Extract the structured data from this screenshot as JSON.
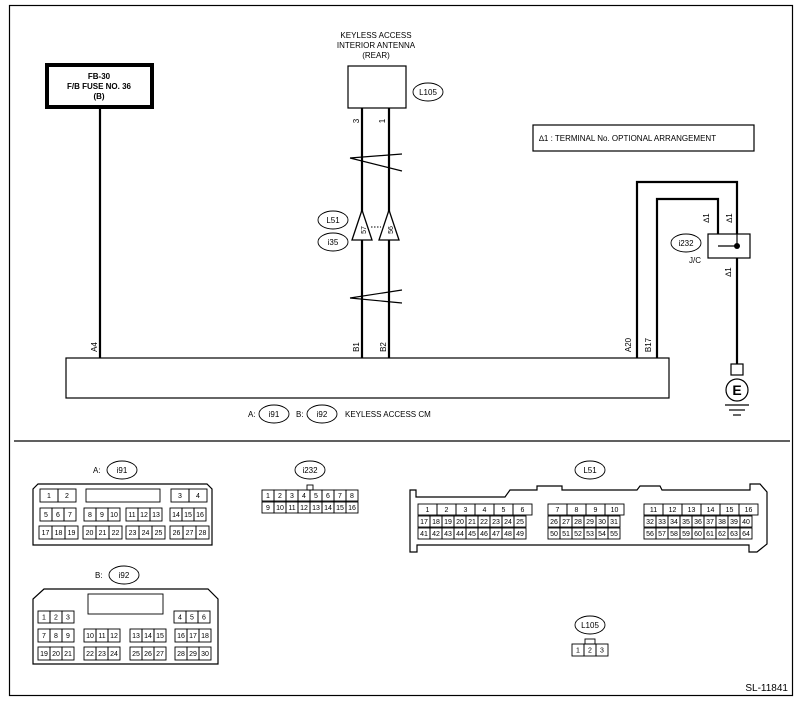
{
  "fuse": {
    "line1": "FB-30",
    "line2": "F/B FUSE NO. 36",
    "line3": "(B)"
  },
  "antenna": {
    "line1": "KEYLESS ACCESS",
    "line2": "INTERIOR ANTENNA",
    "line3": "(REAR)",
    "connector": "L105",
    "pin_left": "3",
    "pin_right": "1"
  },
  "note": {
    "text": "∆1 : TERMINAL No. OPTIONAL ARRANGEMENT"
  },
  "joint_connectors": {
    "upper": "L51",
    "lower": "i35",
    "pin_left": "57",
    "pin_right": "56"
  },
  "jc": {
    "connector": "i232",
    "label": "J/C",
    "star_a": "∆1",
    "star_b": "∆1",
    "star_c": "∆1"
  },
  "ground": {
    "symbol": "E"
  },
  "module": {
    "caption_a": "A:",
    "conn_a": "i91",
    "caption_b": "B:",
    "conn_b": "i92",
    "name": "KEYLESS ACCESS CM",
    "pins": {
      "a4": "A4",
      "b1": "B1",
      "b2": "B2",
      "a20": "A20",
      "b17": "B17"
    }
  },
  "connectors": {
    "i91": {
      "prefix": "A:",
      "id": "i91",
      "row1": [
        "1",
        "2",
        "3",
        "4"
      ],
      "row2": [
        "5",
        "6",
        "7",
        "8",
        "9",
        "10",
        "11",
        "12",
        "13",
        "14",
        "15",
        "16"
      ],
      "row3": [
        "17",
        "18",
        "19",
        "20",
        "21",
        "22",
        "23",
        "24",
        "25",
        "26",
        "27",
        "28"
      ]
    },
    "i92": {
      "prefix": "B:",
      "id": "i92",
      "row1": [
        "1",
        "2",
        "3",
        "4",
        "5",
        "6"
      ],
      "row2": [
        "7",
        "8",
        "9",
        "10",
        "11",
        "12",
        "13",
        "14",
        "15",
        "16",
        "17",
        "18"
      ],
      "row3": [
        "19",
        "20",
        "21",
        "22",
        "23",
        "24",
        "25",
        "26",
        "27",
        "28",
        "29",
        "30"
      ]
    },
    "i232": {
      "id": "i232",
      "row1": [
        "1",
        "2",
        "3",
        "4",
        "5",
        "6",
        "7",
        "8"
      ],
      "row2": [
        "9",
        "10",
        "11",
        "12",
        "13",
        "14",
        "15",
        "16"
      ]
    },
    "L51": {
      "id": "L51",
      "row1": [
        "1",
        "2",
        "3",
        "4",
        "5",
        "6",
        "7",
        "8",
        "9",
        "10",
        "11",
        "12",
        "13",
        "14",
        "15",
        "16"
      ],
      "row2": [
        "17",
        "18",
        "19",
        "20",
        "21",
        "22",
        "23",
        "24",
        "25",
        "26",
        "27",
        "28",
        "29",
        "30",
        "31",
        "32",
        "33",
        "34",
        "35",
        "36",
        "37",
        "38",
        "39",
        "40"
      ],
      "row3": [
        "41",
        "42",
        "43",
        "44",
        "45",
        "46",
        "47",
        "48",
        "49",
        "50",
        "51",
        "52",
        "53",
        "54",
        "55",
        "56",
        "57",
        "58",
        "59",
        "60",
        "61",
        "62",
        "63",
        "64"
      ]
    },
    "L105": {
      "id": "L105",
      "pins": [
        "1",
        "2",
        "3"
      ]
    }
  },
  "figure_id": "SL-11841"
}
